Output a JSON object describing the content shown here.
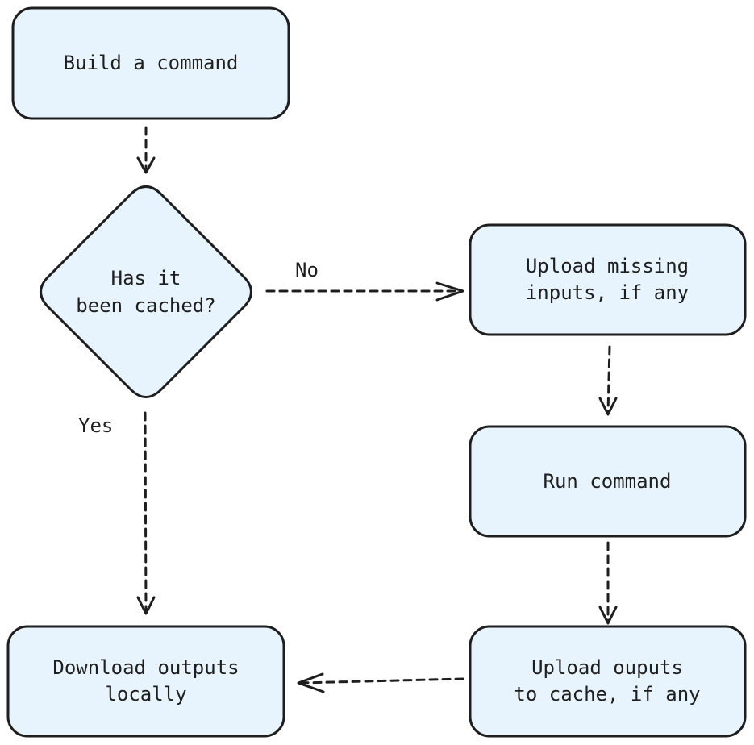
{
  "nodes": {
    "build_command": [
      "Build a command"
    ],
    "cache_check": [
      "Has it",
      "been cached?"
    ],
    "upload_inputs": [
      "Upload missing",
      "inputs, if any"
    ],
    "run_command": [
      "Run command"
    ],
    "upload_outputs": [
      "Upload ouputs",
      "to cache, if any"
    ],
    "download_outputs": [
      "Download outputs",
      "locally"
    ]
  },
  "edges": {
    "no_label": "No",
    "yes_label": "Yes"
  },
  "colors": {
    "node_fill": "#e8f4fd",
    "stroke": "#1e1e1e"
  }
}
